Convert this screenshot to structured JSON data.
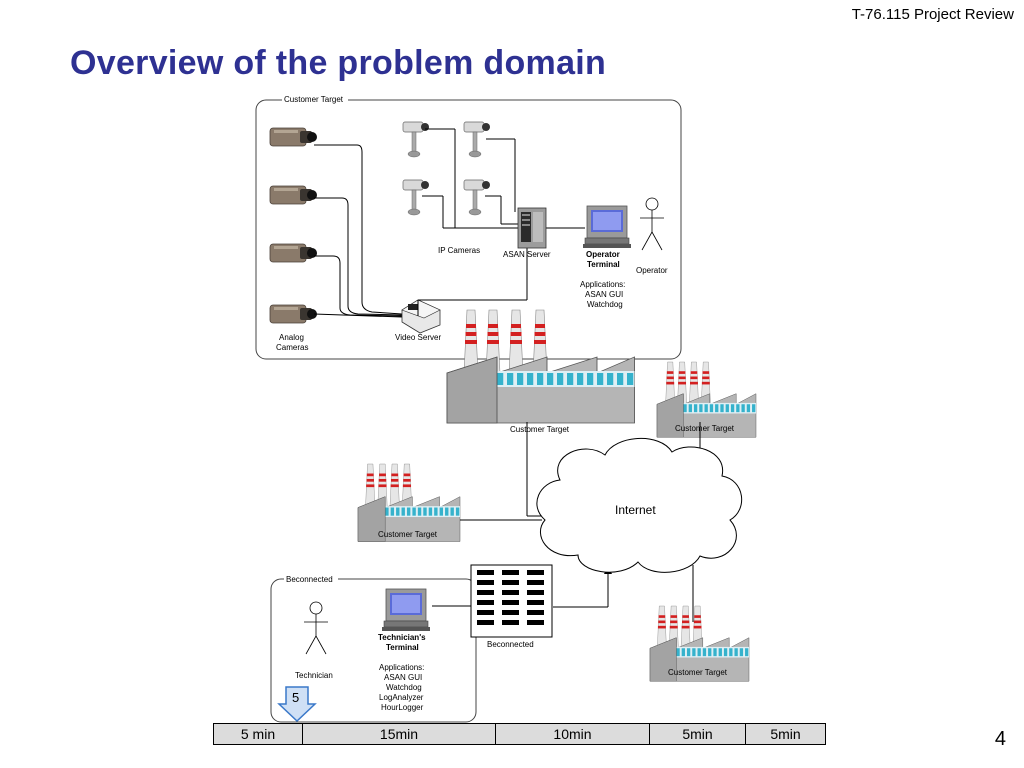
{
  "header": {
    "course": "T-76.115 Project Review"
  },
  "title": "Overview of the problem domain",
  "diagram": {
    "group_customer": "Customer Target",
    "group_beconnected": "Beconnected",
    "ip_cameras": "IP Cameras",
    "asan_server": "ASAN Server",
    "operator_terminal_1": "Operator",
    "operator_terminal_2": "Terminal",
    "operator": "Operator",
    "operator_apps": [
      "Applications:",
      "ASAN GUI",
      "Watchdog"
    ],
    "analog_cameras_1": "Analog",
    "analog_cameras_2": "Cameras",
    "video_server": "Video Server",
    "factory_main": "Customer Target",
    "factory_right": "Customer Target",
    "factory_left": "Customer Target",
    "factory_bottom": "Customer Target",
    "internet": "Internet",
    "beconnected_building": "Beconnected",
    "technician": "Technician",
    "technician_terminal_1": "Technician's",
    "technician_terminal_2": "Terminal",
    "technician_apps": [
      "Applications:",
      "ASAN GUI",
      "Watchdog",
      "LogAnalyzer",
      "HourLogger"
    ]
  },
  "timeline": {
    "marker": "5",
    "segments": [
      "5 min",
      "15min",
      "10min",
      "5min",
      "5min"
    ]
  },
  "page_number": "4"
}
